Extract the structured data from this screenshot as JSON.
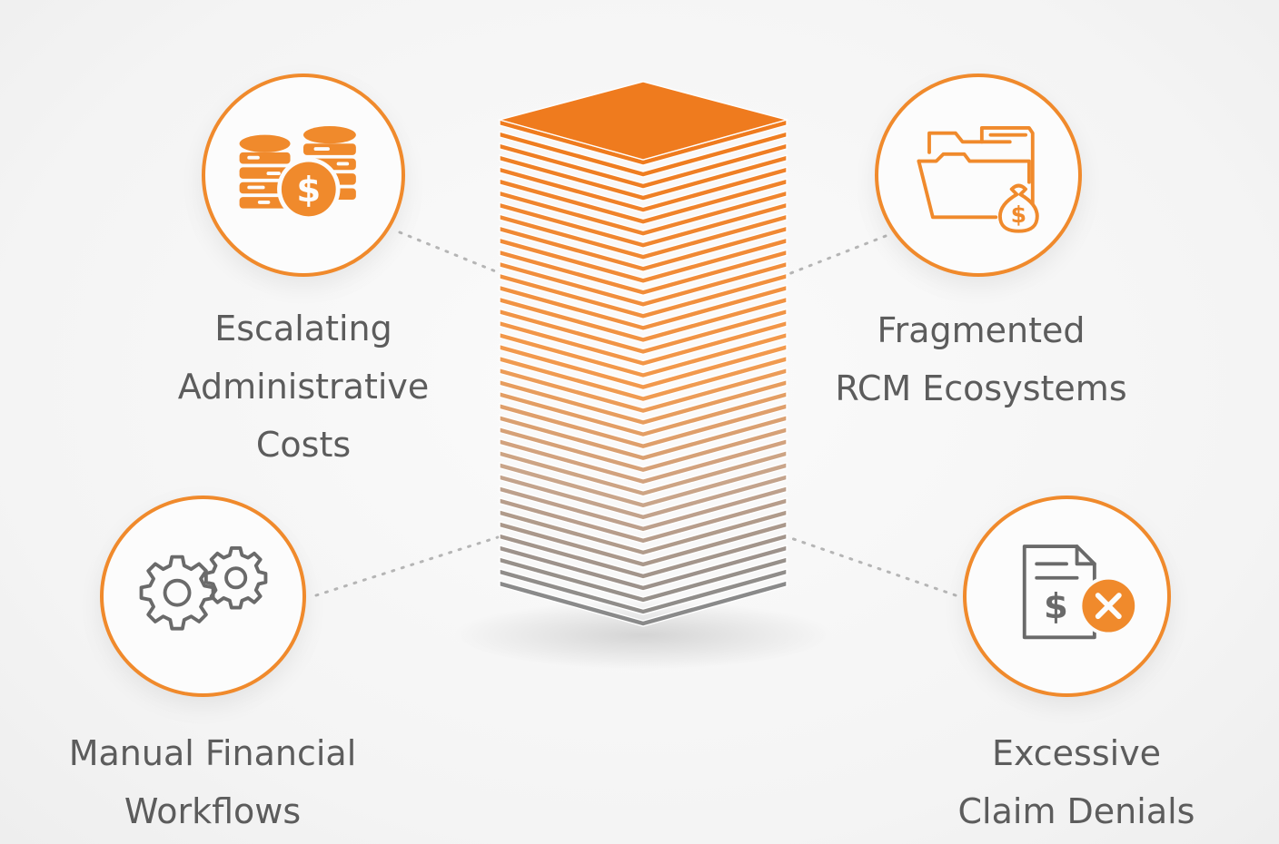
{
  "colors": {
    "accent": "#f08a2c",
    "accent_dark": "#ef7b1e",
    "gray": "#8a8a8a",
    "text": "#5c5c5c"
  },
  "stack": {
    "sheet_count": 40
  },
  "items": [
    {
      "id": "escalating-costs",
      "icon": "coin-stacks-dollar-icon",
      "lines": [
        "Escalating",
        "Administrative",
        "Costs"
      ]
    },
    {
      "id": "fragmented-rcm",
      "icon": "folder-money-bag-icon",
      "lines": [
        "Fragmented",
        "RCM Ecosystems"
      ]
    },
    {
      "id": "manual-workflows",
      "icon": "gears-icon",
      "lines": [
        "Manual Financial",
        "Workflows"
      ]
    },
    {
      "id": "claim-denials",
      "icon": "document-dollar-x-icon",
      "lines": [
        "Excessive",
        "Claim Denials"
      ]
    }
  ]
}
